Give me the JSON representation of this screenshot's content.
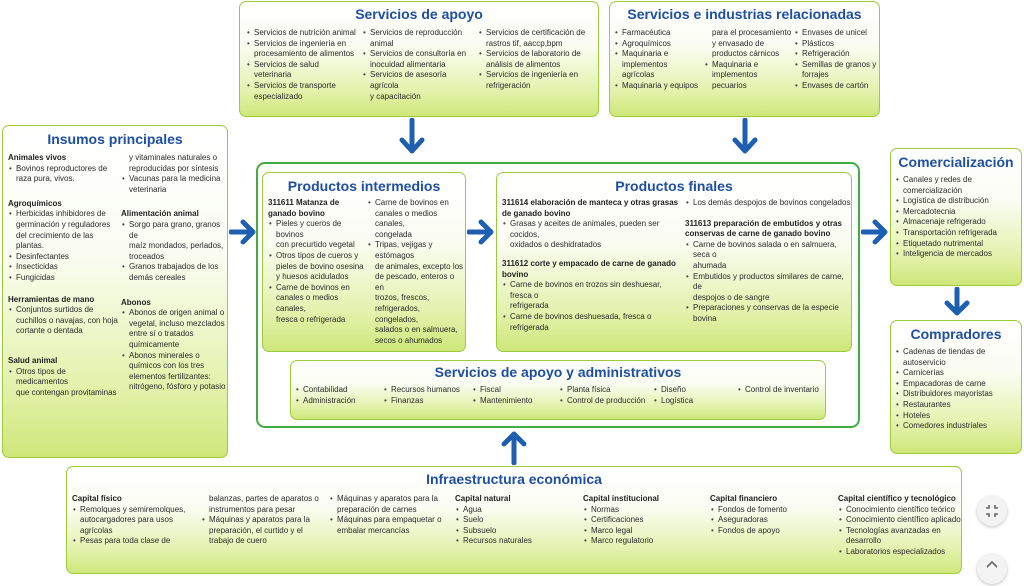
{
  "apoyo": {
    "title": "Servicios de apoyo",
    "cols": [
      [
        "Servicios de nutrición animal",
        "Servicios de ingeniería en",
        "procesamiento de alimentos",
        "Servicios de salud veterinaria",
        "Servicios de transporte",
        "especializado"
      ],
      [
        "Servicios de reproducción",
        "animal",
        "Servicios de consultoría en",
        "inocuidad alimentaria",
        "Servicios de asesoría agrícola",
        "y capacitación"
      ],
      [
        "Servicios de certificación de",
        "rastros tif, aaccp,bpm",
        "Servicios de laboratorio de",
        "análisis de alimentos",
        "Servicios de ingeniería en",
        "refrigeración"
      ]
    ]
  },
  "relacionadas": {
    "title": "Servicios e industrias relacionadas",
    "cols": [
      [
        "Farmacéutica",
        "Agroquímicos",
        "Maquinaria e",
        "implementos",
        "agrícolas",
        "Maquinaria y equipos"
      ],
      [
        "para el procesamiento",
        "y envasado de",
        "productos cárnicos",
        "Maquinaria e",
        "implementos",
        "pecuarios"
      ],
      [
        "Envases de unicel",
        "Plásticos",
        "Refrigeración",
        "Semillas de granos y",
        "forrajes",
        "Envases de cartón"
      ]
    ]
  },
  "insumos": {
    "title": "Insumos principales",
    "col1": {
      "animales_head": "Animales vivos",
      "animales": [
        "Bovinos reproductores de",
        "raza pura, vivos."
      ],
      "agro_head": "Agroquímicos",
      "agro": [
        "Herbicidas inhibidores de",
        "germinación y reguladores",
        "del crecimiento de las",
        "plantas.",
        "Desinfectantes",
        "Insecticidas",
        "Fungicidas"
      ],
      "herr_head": "Herramientas de mano",
      "herr": [
        "Conjuntos surtidos de",
        "cuchillos o navajas, con hoja",
        "cortante o dentada"
      ],
      "salud_head": "Salud animal",
      "salud": [
        "Otros tipos de medicamentos",
        "que contengan provitaminas"
      ]
    },
    "col2": {
      "top": [
        "y vitaminales naturales o",
        "reproducidas por síntesis",
        "Vacunas para la medicina",
        "veterinaria"
      ],
      "alim_head": "Alimentación animal",
      "alim": [
        "Sorgo para grano, granos de",
        "maíz mondados, perlados,",
        "troceados",
        "Granos trabajados de los",
        "demás cereales"
      ],
      "abonos_head": "Abonos",
      "abonos": [
        "Abonos de origen animal o",
        "vegetal, incluso mezclados",
        "entre sí o tratados",
        "químicamente",
        "Abonos minerales o",
        "químicos con los tres",
        "elementos fertilizantes:",
        "nitrógeno, fósforo y potasio"
      ]
    }
  },
  "intermedios": {
    "title": "Productos intermedios",
    "head": [
      "311611 Matanza de",
      "ganado bovino"
    ],
    "col1": [
      "Pieles y cueros de bovinos",
      "con precurtido vegetal",
      "Otros tipos de cueros y",
      "pieles de bovino   osesina",
      "y huesos acidulados",
      "Carne de bovinos en",
      "canales o medios canales,",
      "fresca o refrigerada"
    ],
    "col2": [
      "Carne de bovinos en",
      "canales o medios canales,",
      "congelada",
      "Tripas, vejigas y estómagos",
      "de animales, excepto los",
      "de pescado, enteros o en",
      "trozos, frescos,",
      "refrigerados, congelados,",
      "salados o en salmuera,",
      "secos o ahumados"
    ]
  },
  "finales": {
    "title": "Productos finales",
    "h1": [
      "311614 elaboración de manteca y otras grasas",
      "de ganado bovino"
    ],
    "l1": [
      "Grasas y aceites de animales, pueden ser cocidos,",
      "oxidados o deshidratados"
    ],
    "h2": [
      "311612 corte y empacado de carne de ganado",
      "bovino"
    ],
    "l2": [
      "Carne de bovinos en trozos sin deshuesar, fresca o",
      "refrigerada",
      "Carne de bovinos deshuesada, fresca o refrigerada"
    ],
    "r_top": [
      "Los demás despojos de bovinos congelados"
    ],
    "h3": [
      "311613 preparación de embutidos y otras",
      "conservas de carne de ganado bovino"
    ],
    "l3": [
      "Carne de bovinos salada o en salmuera, seca o",
      "ahumada",
      "Embutidos y productos similares de carne, de",
      "despojos o de sangre",
      "Preparaciones  y conservas de la especie bovina"
    ]
  },
  "admin": {
    "title": "Servicios de apoyo y administrativos",
    "cols": [
      [
        "Contabilidad",
        "Administración"
      ],
      [
        "Recursos humanos",
        "Finanzas"
      ],
      [
        "Fiscal",
        "Mantenimiento"
      ],
      [
        "Planta física",
        "Control de producción"
      ],
      [
        "Diseño",
        "Logística"
      ],
      [
        "Control de inventario"
      ]
    ]
  },
  "comercializacion": {
    "title": "Comercialización",
    "items": [
      "Canales y redes de comercialización",
      "Logística de distribución",
      "Mercadotecnia",
      "Almacenaje refrigerado",
      "Transportación refrigerada",
      "Etiquetado nutrimental",
      "Inteligencia de mercados"
    ]
  },
  "compradores": {
    "title": "Compradores",
    "items": [
      "Cadenas de tiendas de autoservicio",
      "Carnicerías",
      "Empacadoras de carne",
      "Distribuidores mayoristas",
      "Restaurantes",
      "Hoteles",
      "Comedores industriales"
    ]
  },
  "infra": {
    "title": "Infraestructura económica",
    "fisico_head": "Capital físico",
    "fisico1": [
      "Remolques y semiremolques,",
      "autocargadores para usos",
      "agrícolas",
      "Pesas para toda clase de"
    ],
    "fisico2": [
      "balanzas, partes de aparatos o",
      "instrumentos para pesar",
      "Máquinas y aparatos para la",
      "preparación, el curtido y el",
      "trabajo de cuero"
    ],
    "fisico3": [
      "Máquinas y aparatos para la",
      "preparación de carnes",
      "Máquinas para empaquetar o",
      "embalar mercancías"
    ],
    "natural_head": "Capital natural",
    "natural": [
      "Agua",
      "Suelo",
      "Subsuelo",
      "Recursos naturales"
    ],
    "inst_head": "Capital institucional",
    "inst": [
      "Normas",
      "Certificaciones",
      "Marco legal",
      "Marco regulatorio"
    ],
    "fin_head": "Capital  financiero",
    "fin": [
      "Fondos de fomento",
      "Aseguradoras",
      "Fondos de apoyo"
    ],
    "cien_head": "Capital científico  y tecnológico",
    "cien": [
      "Conocimiento científico teórico",
      "Conocimiento científico aplicado",
      "Tecnologías avanzadas en desarrollo",
      "Laboratorios especializados"
    ]
  },
  "colors": {
    "title": "#1f4fa0",
    "arrow": "#1f5fb0",
    "border": "#9ccc3c",
    "frame": "#3fae3f"
  },
  "icons": {
    "arrow": "arrow-icon",
    "collapse": "collapse-icon"
  }
}
